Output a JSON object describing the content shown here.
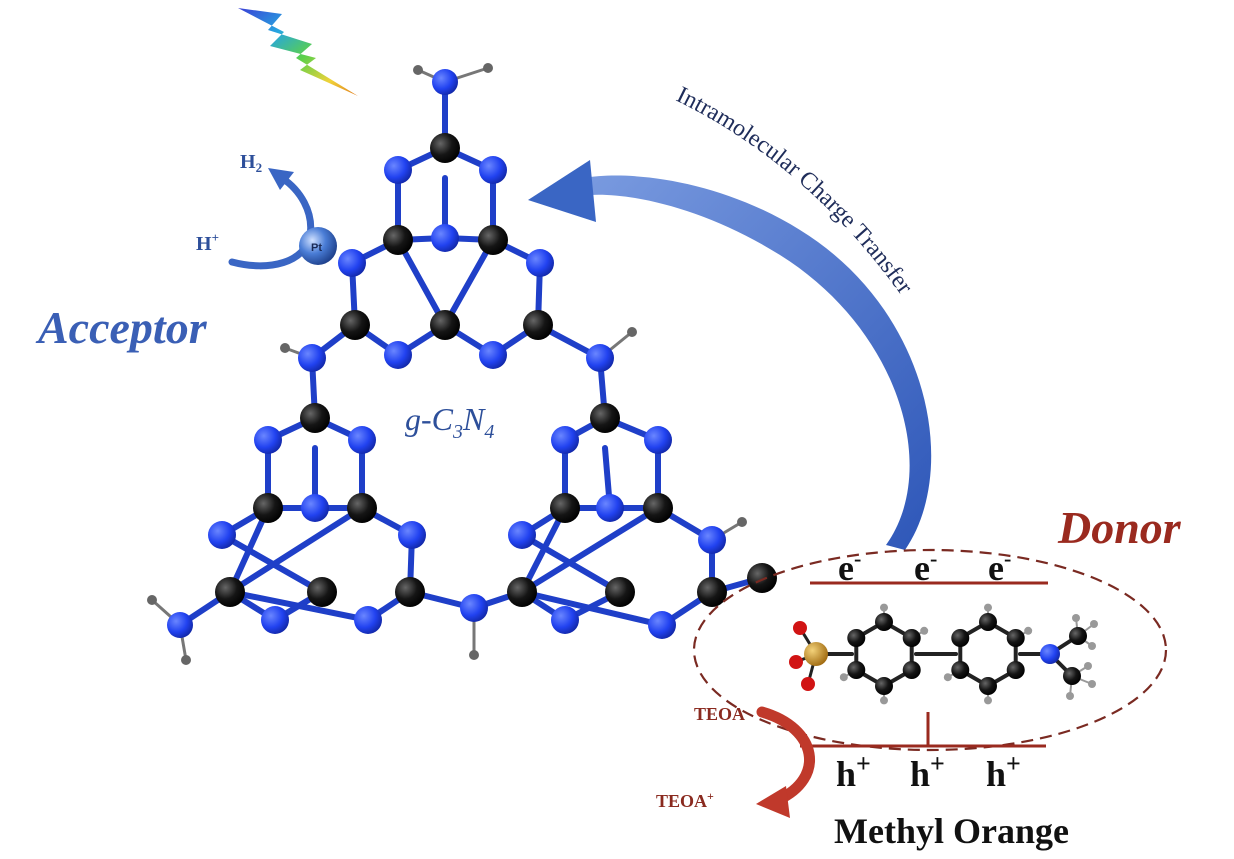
{
  "labels": {
    "acceptor": "Acceptor",
    "donor": "Donor",
    "g_c3n4_prefix": "g-C",
    "g_c3n4_sub1": "3",
    "g_c3n4_n": "N",
    "g_c3n4_sub2": "4",
    "intramolecular": "Intramolecular Charge Transfer",
    "methyl_orange": "Methyl Orange",
    "electron": "e",
    "electron_sup": "-",
    "hole": "h",
    "hole_sup": "+",
    "h2": "H",
    "h2_sub": "2",
    "hplus": "H",
    "hplus_sup": "+",
    "pt": "Pt",
    "teoa": "TEOA",
    "teoa_plus": "TEOA",
    "teoa_plus_sup": "+"
  },
  "colors": {
    "nitrogen": "#2142f0",
    "carbon": "#111111",
    "hydrogen": "#888888",
    "acceptor_text": "#3a5fb5",
    "donor_text": "#9a2a1f",
    "arrow_blue": "#3a66c4",
    "arrow_red": "#c0392b",
    "sulfur": "#c8962a",
    "oxygen": "#d11414",
    "level_line": "#9a2a1f"
  },
  "icons": {
    "light": "lightning-bolt-icon",
    "pt_particle": "platinum-sphere-icon"
  }
}
